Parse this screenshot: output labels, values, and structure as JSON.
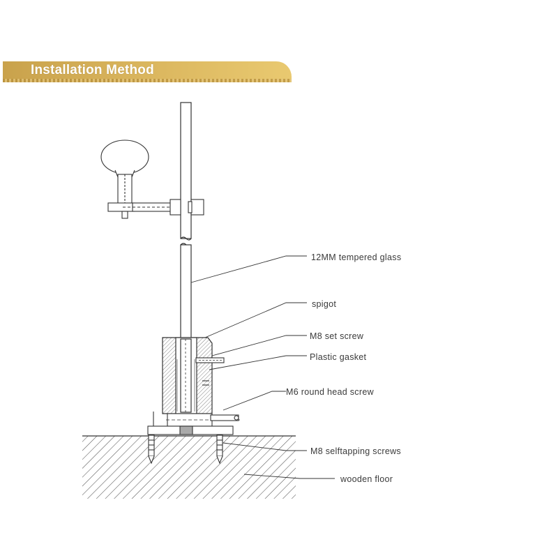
{
  "header": {
    "title": "Installation Method"
  },
  "labels": {
    "glass": "12MM tempered glass",
    "spigot": "spigot",
    "set_screw": "M8 set screw",
    "gasket": "Plastic gasket",
    "round_head_screw": "M6 round head screw",
    "selftapping": "M8 selftapping screws",
    "floor": "wooden floor"
  },
  "colors": {
    "banner": "#d4ae58",
    "line": "#333333",
    "hatch": "#555555"
  }
}
